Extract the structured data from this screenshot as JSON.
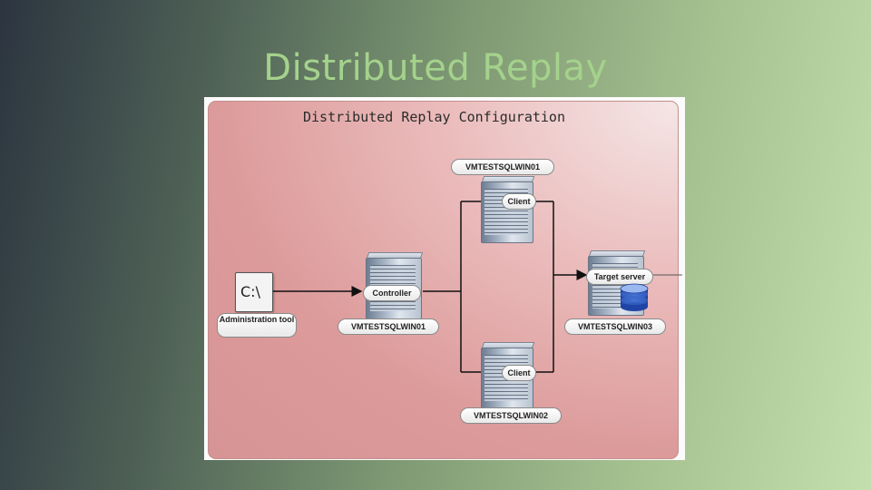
{
  "slide": {
    "title": "Distributed Replay"
  },
  "diagram": {
    "title": "Distributed Replay Configuration",
    "admin_icon_text": "C:\\",
    "labels": {
      "admin_tool": "Administration tool",
      "controller": "Controller",
      "controller_host": "VMTESTSQLWIN01",
      "client1_host": "VMTESTSQLWIN01",
      "client1": "Client",
      "client2": "Client",
      "client2_host": "VMTESTSQLWIN02",
      "target": "Target server",
      "target_host": "VMTESTSQLWIN03"
    },
    "icons": [
      "command-prompt-icon",
      "server-icon",
      "database-icon"
    ]
  }
}
